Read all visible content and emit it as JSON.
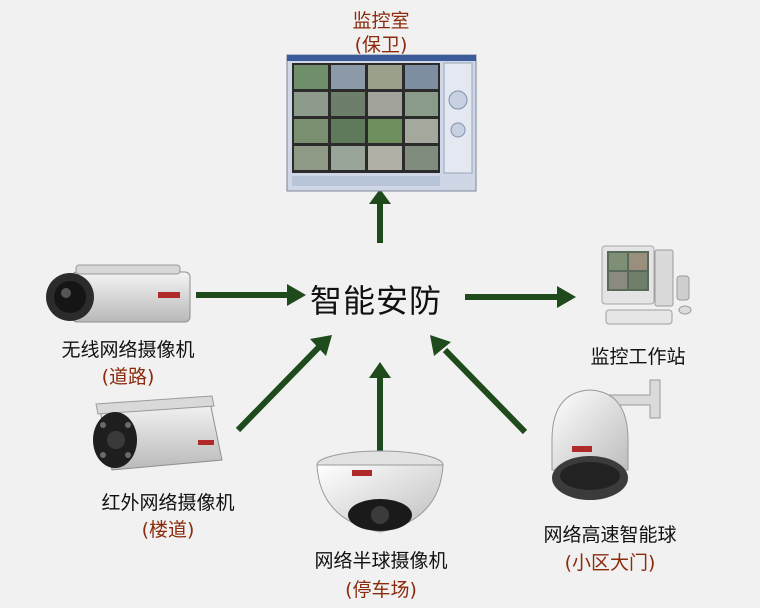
{
  "center": {
    "label": "智能安防"
  },
  "nodes": {
    "monitor_room": {
      "label": "监控室",
      "sub": "(保卫)"
    },
    "workstation": {
      "label": "监控工作站"
    },
    "box_camera": {
      "label": "无线网络摄像机",
      "sub": "(道路)"
    },
    "ir_camera": {
      "label": "红外网络摄像机",
      "sub": "(楼道)"
    },
    "dome_camera": {
      "label": "网络半球摄像机",
      "sub": "(停车场)"
    },
    "speed_dome": {
      "label": "网络高速智能球",
      "sub": "(小区大门)"
    }
  },
  "colors": {
    "arrow": "#1e4a1c",
    "sub_text": "#8b2a0c"
  }
}
